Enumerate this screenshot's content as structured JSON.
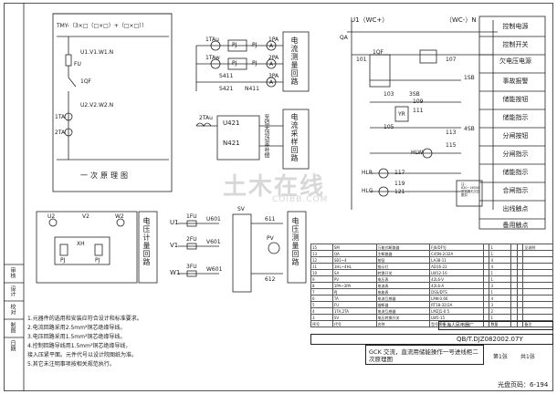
{
  "primary": {
    "model": "TMY-（3×□（□×□）+（□×□））",
    "bus_labels": "U1.V1.W1.N",
    "fu": "FU",
    "switch_1qf": "1QF",
    "out_labels": "U2.V2.W2.N",
    "ct1": "1TA",
    "ct2": "2TA",
    "title": "一次原理图"
  },
  "current_measure": {
    "cts": [
      "1TAu",
      "1TAw"
    ],
    "terminals": [
      "S411",
      "S421",
      "PJ",
      "PJ",
      "PJ",
      "PJ",
      "1PA",
      "2PA",
      "3PA",
      "N411"
    ],
    "meters": [
      "A",
      "A",
      "A"
    ],
    "label": "电流测量回路"
  },
  "current_sample": {
    "ct": "2TAu",
    "u_label": "U421",
    "n_label": "N421",
    "device": "至铠无功功率补偿",
    "label": "电流采样回路"
  },
  "energy": {
    "phase_labels": [
      "U2",
      "W2",
      "V2"
    ],
    "meter": "XH",
    "pj": [
      "PJ",
      "PJ"
    ],
    "label": "电压计量回路"
  },
  "voltage_measure": {
    "phases": [
      "U1",
      "V1",
      "W1"
    ],
    "fuses": [
      "1FU",
      "2FU",
      "3FU"
    ],
    "nodes": [
      "U601",
      "V601",
      "W601"
    ],
    "sv": "SV",
    "pv": "PV",
    "numbers": [
      "611",
      "612"
    ],
    "label": "电压测量回路"
  },
  "control": {
    "u1": "U1（WC+）",
    "wc_minus": "（WC-）N",
    "qa": "QA",
    "qf": "1QF",
    "numbers": [
      "101",
      "107",
      "109",
      "111",
      "103",
      "105",
      "113",
      "115",
      "117",
      "119",
      "121"
    ],
    "hl": [
      "HLW",
      "HLR",
      "HLG"
    ],
    "sb": [
      "3SB",
      "1SB",
      "4SB"
    ],
    "yr": "YR",
    "note": "注：630~1600A断路器无欠压脱扣",
    "sections": [
      "控制电源",
      "控制开关",
      "欠电压电源",
      "事故报警",
      "储能按钮",
      "储能指示",
      "分闸按钮",
      "分闸指示",
      "储能指示",
      "合闸指示",
      "出线触点",
      "备用触点"
    ]
  },
  "notes": [
    "1.元器件的选用和安装应符合设计和标准要求。",
    "2.电流回路采用2.5mm²铜芯绝缘导线。",
    "3.电压回路采用1.5mm²铜芯绝缘导线。",
    "4.控制回路导线用1.5mm²铜芯绝缘导线，",
    "  接入压紧平面。元件代号以设计院图纸为准。",
    "5.其它未注明事项按相关规范执行。"
  ],
  "left_strip": [
    "审核",
    "设计",
    "校对",
    "制图",
    "日期"
  ],
  "table": {
    "rows": [
      [
        "15",
        "SM",
        "万能式断路器",
        "FJ6/DFYJ",
        "",
        "1",
        "",
        "",
        "见说明"
      ],
      [
        "13",
        "QA",
        "主断路器",
        "C45N-2/32A",
        "",
        "1",
        "",
        "",
        ""
      ],
      [
        "12",
        "SB1~4",
        "按钮",
        "LA38-11",
        "",
        "4",
        "",
        "",
        ""
      ],
      [
        "11",
        "1HL~4HL",
        "指示灯",
        "AD16-22",
        "",
        "4",
        "",
        "",
        ""
      ],
      [
        "10",
        "SA",
        "转换开关",
        "LW12-16",
        "",
        "1",
        "",
        "",
        ""
      ],
      [
        "9",
        "PV",
        "电压表",
        "42L6-V",
        "",
        "1",
        "",
        "",
        ""
      ],
      [
        "8",
        "1PA~3PA",
        "电流表",
        "42L6-A",
        "",
        "3",
        "",
        "",
        ""
      ],
      [
        "7",
        "PJ",
        "电能表",
        "DSS/DTS",
        "",
        "1",
        "",
        "",
        ""
      ],
      [
        "6",
        "TA",
        "电流互感器",
        "LMK-0.66",
        "",
        "4",
        "",
        "",
        ""
      ],
      [
        "5",
        "FU",
        "熔断器",
        "RT18-32/2A",
        "",
        "3",
        "",
        "",
        ""
      ],
      [
        "4",
        "1TA,2TA",
        "电流互感器",
        "LMZJ1-0.5",
        "",
        "2",
        "",
        "",
        ""
      ],
      [
        "3",
        "SV",
        "电压转换开关",
        "LW5-15",
        "",
        "1",
        "",
        "",
        ""
      ]
    ],
    "header": [
      "序号",
      "代号",
      "名称",
      "型号规格",
      "",
      "数量",
      "",
      "",
      "备注"
    ],
    "maker": "上海人民电器厂",
    "code": "QB/T.DJZ082002.07Y",
    "title": "GCK 交流，直流用储能操作一号进线柜二次原理图",
    "sheet": "第1张",
    "page_no": "共1张",
    "footer": "光盘页码：6-194"
  },
  "watermark": {
    "main": "土木在线",
    "sub": "COIBB.COM"
  }
}
